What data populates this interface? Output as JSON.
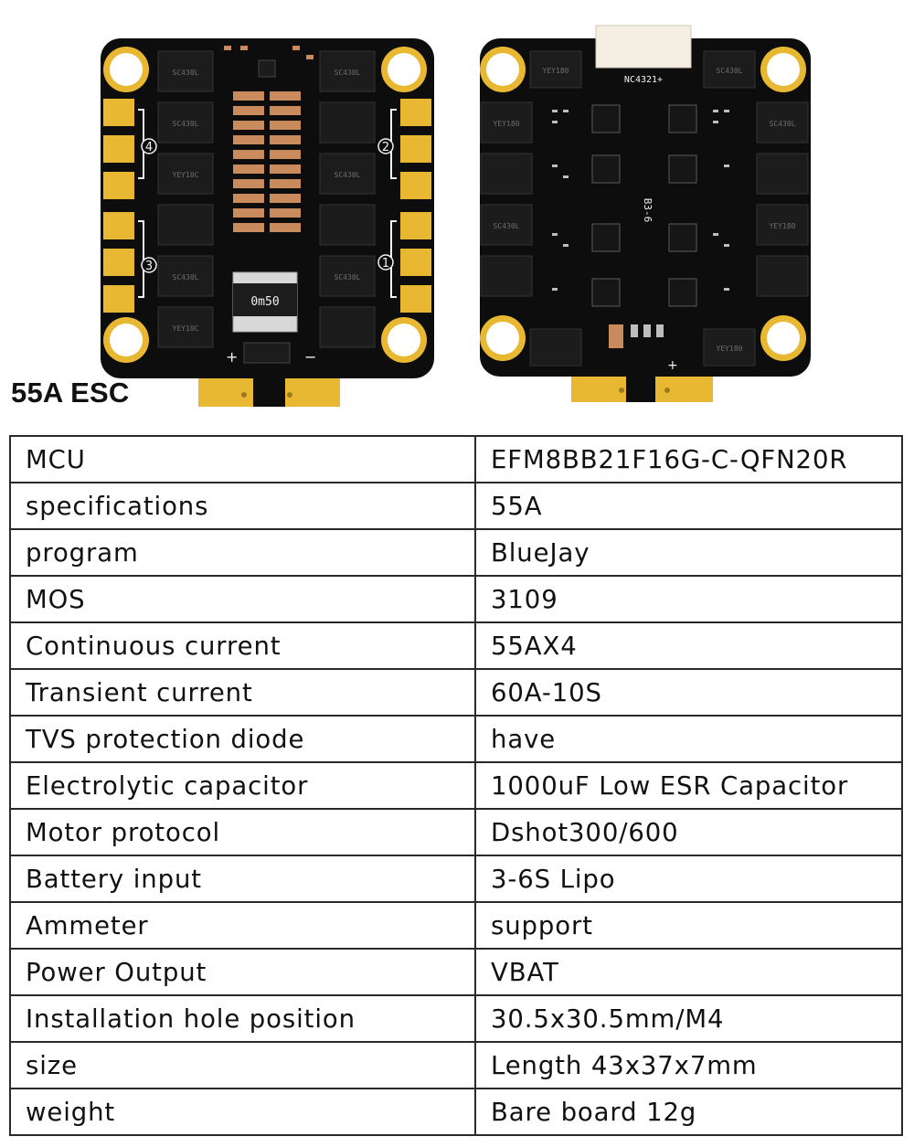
{
  "product_label": "55A ESC",
  "board_marks": {
    "resistor": "0m50",
    "plus": "+",
    "minus": "−",
    "motor_ids": [
      "4",
      "2",
      "3",
      "1"
    ],
    "connector_text": "NC4321+",
    "board_code": "B3-6",
    "mosfet_code_front": "SC430L",
    "mosfet_code_front_2": "YEY10C",
    "mosfet_code_back": "SC430L",
    "mosfet_code_back_2": "YEY180"
  },
  "colors": {
    "pcb": "#0d0d0d",
    "gold": "#e9b832",
    "capacitor": "#c98a5c",
    "silkscreen": "#f2f2f2",
    "table_border": "#2a2a2a"
  },
  "specs": [
    {
      "label": "MCU",
      "value": "EFM8BB21F16G-C-QFN20R"
    },
    {
      "label": "specifications",
      "value": "55A"
    },
    {
      "label": "program",
      "value": "BlueJay"
    },
    {
      "label": "MOS",
      "value": "3109"
    },
    {
      "label": "Continuous current",
      "value": "55AX4"
    },
    {
      "label": "Transient current",
      "value": "60A-10S"
    },
    {
      "label": "TVS protection diode",
      "value": "have"
    },
    {
      "label": "Electrolytic capacitor",
      "value": "1000uF Low ESR Capacitor"
    },
    {
      "label": "Motor protocol",
      "value": "Dshot300/600"
    },
    {
      "label": "Battery input",
      "value": "3-6S Lipo"
    },
    {
      "label": "Ammeter",
      "value": "support"
    },
    {
      "label": "Power Output",
      "value": "VBAT"
    },
    {
      "label": "Installation hole position",
      "value": "30.5x30.5mm/M4"
    },
    {
      "label": "size",
      "value": "Length 43x37x7mm"
    },
    {
      "label": "weight",
      "value": "Bare board 12g"
    }
  ]
}
